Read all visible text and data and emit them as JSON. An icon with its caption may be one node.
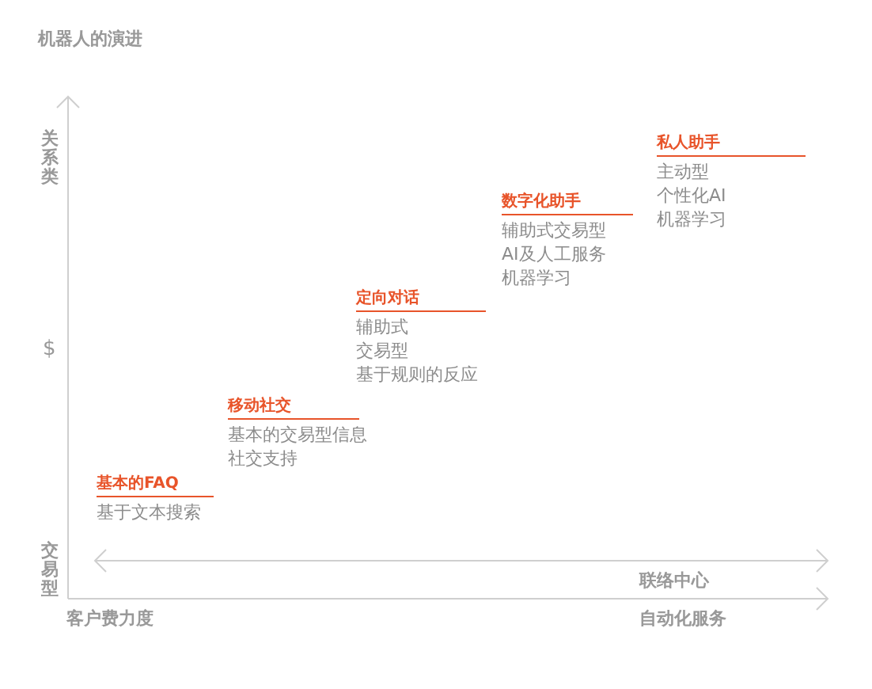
{
  "diagram": {
    "title": "机器人的演进",
    "nodes": [
      {
        "text": [
          "基本的FAQ",
          "基于文本搜索"
        ]
      },
      {
        "text": [
          "移动社交",
          "基本的交易型信息",
          "社交支持"
        ]
      },
      {
        "text": [
          "定向对话",
          "辅助式",
          "交易型",
          "基于规则的反应"
        ]
      },
      {
        "text": [
          "数字化助手",
          "辅助式交易型",
          "AI及人工服务",
          "机器学习"
        ]
      },
      {
        "text": [
          "私人助手",
          "主动型",
          "个性化AI",
          "机器学习"
        ]
      }
    ],
    "edges": [],
    "labels": [
      "关系类",
      "$",
      "交易型",
      "联络中心",
      "客户费力度",
      "自动化服务"
    ]
  }
}
